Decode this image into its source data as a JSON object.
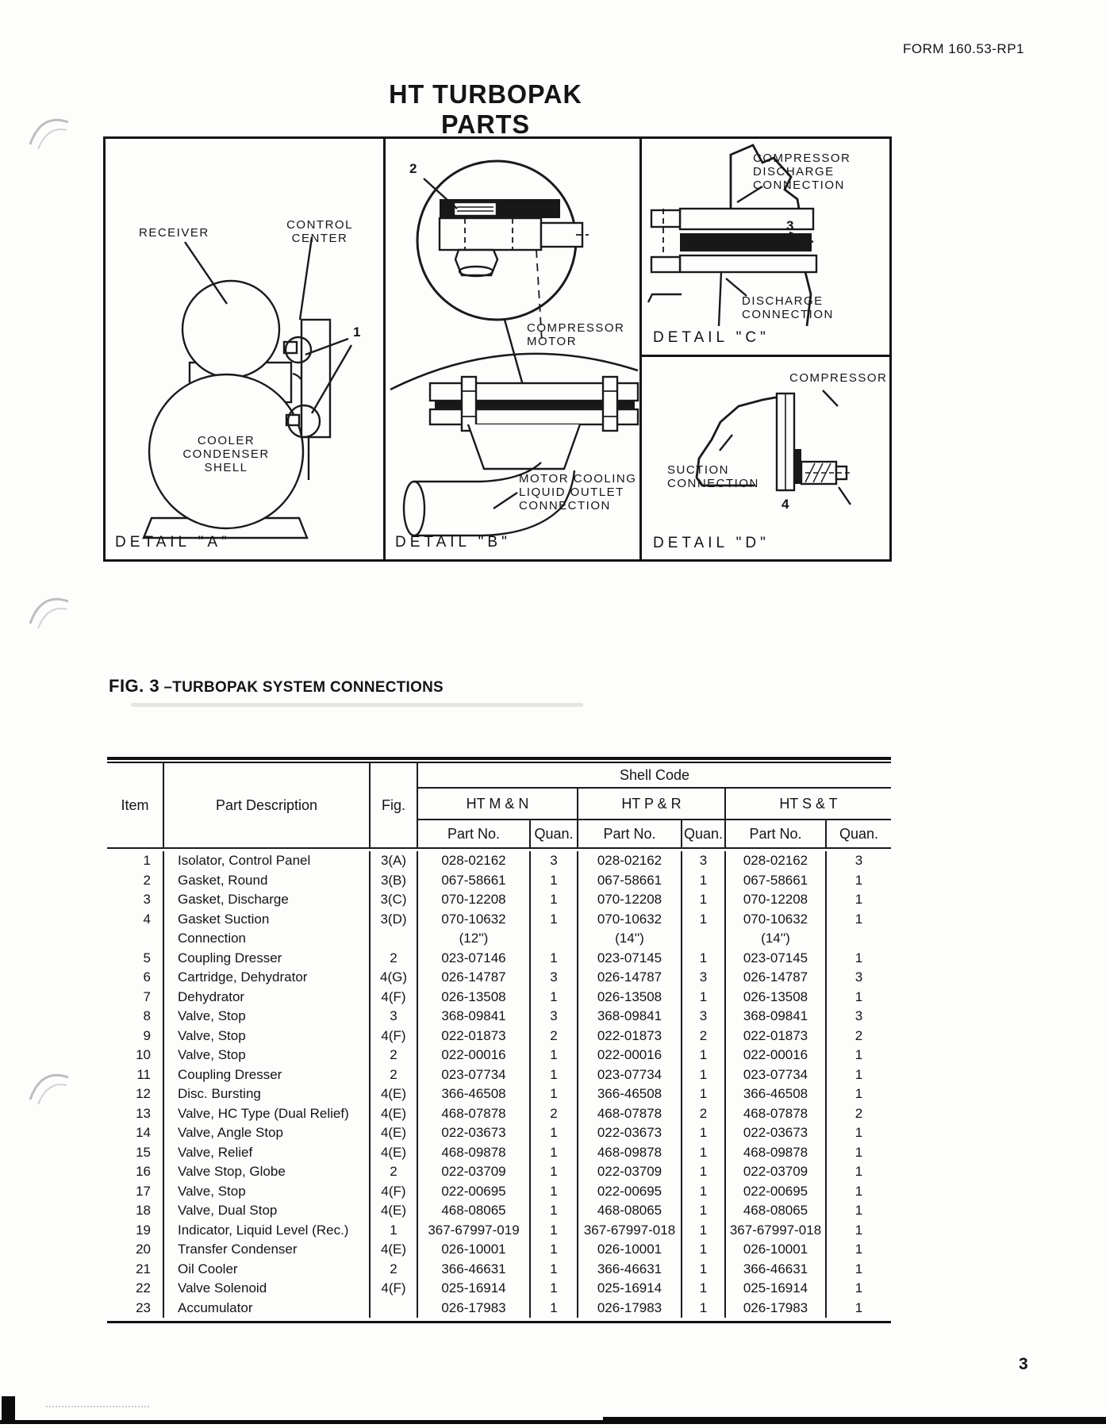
{
  "page": {
    "form_number": "FORM 160.53-RP1",
    "title": "HT TURBOPAK PARTS",
    "page_number": "3"
  },
  "figure": {
    "caption_prefix": "FIG. 3",
    "caption_rest": "–TURBOPAK SYSTEM CONNECTIONS",
    "panel_a": {
      "detail_label": "DETAIL  \"A\"",
      "receiver_label": "RECEIVER",
      "control_center_label": "CONTROL\nCENTER",
      "cooler_label": "COOLER\nCONDENSER\nSHELL",
      "callout_1": "1"
    },
    "panel_b": {
      "detail_label": "DETAIL  \"B\"",
      "callout_2": "2",
      "compressor_motor_label": "COMPRESSOR\nMOTOR",
      "motor_cooling_label": "MOTOR COOLING\nLIQUID OUTLET\nCONNECTION"
    },
    "panel_c": {
      "detail_label": "DETAIL  \"C\"",
      "compressor_discharge_label": "COMPRESSOR\nDISCHARGE\nCONNECTION",
      "discharge_label": "DISCHARGE\nCONNECTION",
      "callout_3": "3"
    },
    "panel_d": {
      "detail_label": "DETAIL  \"D\"",
      "compressor_label": "COMPRESSOR",
      "suction_label": "SUCTION\nCONNECTION",
      "callout_4": "4"
    }
  },
  "table": {
    "shell_code": "Shell Code",
    "item": "Item",
    "part_description": "Part Description",
    "fig_col": "Fig.",
    "groups": [
      "HT M & N",
      "HT P & R",
      "HT S & T"
    ],
    "part_no": "Part No.",
    "quan": "Quan.",
    "rows": [
      {
        "item": "1",
        "desc": "Isolator, Control Panel",
        "fig": "3(A)",
        "pn1": "028-02162",
        "q1": "3",
        "pn2": "028-02162",
        "q2": "3",
        "pn3": "028-02162",
        "q3": "3"
      },
      {
        "item": "2",
        "desc": "Gasket, Round",
        "fig": "3(B)",
        "pn1": "067-58661",
        "q1": "1",
        "pn2": "067-58661",
        "q2": "1",
        "pn3": "067-58661",
        "q3": "1"
      },
      {
        "item": "3",
        "desc": "Gasket, Discharge",
        "fig": "3(C)",
        "pn1": "070-12208",
        "q1": "1",
        "pn2": "070-12208",
        "q2": "1",
        "pn3": "070-12208",
        "q3": "1"
      },
      {
        "item": "4",
        "desc": "Gasket Suction\nConnection",
        "fig": "3(D)",
        "pn1": "070-10632\n(12'')",
        "q1": "1",
        "pn2": "070-10632\n(14'')",
        "q2": "1",
        "pn3": "070-10632\n(14'')",
        "q3": "1"
      },
      {
        "item": "5",
        "desc": "Coupling Dresser",
        "fig": "2",
        "pn1": "023-07146",
        "q1": "1",
        "pn2": "023-07145",
        "q2": "1",
        "pn3": "023-07145",
        "q3": "1"
      },
      {
        "item": "6",
        "desc": "Cartridge, Dehydrator",
        "fig": "4(G)",
        "pn1": "026-14787",
        "q1": "3",
        "pn2": "026-14787",
        "q2": "3",
        "pn3": "026-14787",
        "q3": "3"
      },
      {
        "item": "7",
        "desc": "Dehydrator",
        "fig": "4(F)",
        "pn1": "026-13508",
        "q1": "1",
        "pn2": "026-13508",
        "q2": "1",
        "pn3": "026-13508",
        "q3": "1"
      },
      {
        "item": "8",
        "desc": "Valve, Stop",
        "fig": "3",
        "pn1": "368-09841",
        "q1": "3",
        "pn2": "368-09841",
        "q2": "3",
        "pn3": "368-09841",
        "q3": "3"
      },
      {
        "item": "9",
        "desc": "Valve, Stop",
        "fig": "4(F)",
        "pn1": "022-01873",
        "q1": "2",
        "pn2": "022-01873",
        "q2": "2",
        "pn3": "022-01873",
        "q3": "2"
      },
      {
        "item": "10",
        "desc": "Valve, Stop",
        "fig": "2",
        "pn1": "022-00016",
        "q1": "1",
        "pn2": "022-00016",
        "q2": "1",
        "pn3": "022-00016",
        "q3": "1"
      },
      {
        "item": "11",
        "desc": "Coupling Dresser",
        "fig": "2",
        "pn1": "023-07734",
        "q1": "1",
        "pn2": "023-07734",
        "q2": "1",
        "pn3": "023-07734",
        "q3": "1"
      },
      {
        "item": "12",
        "desc": "Disc. Bursting",
        "fig": "4(E)",
        "pn1": "366-46508",
        "q1": "1",
        "pn2": "366-46508",
        "q2": "1",
        "pn3": "366-46508",
        "q3": "1"
      },
      {
        "item": "13",
        "desc": "Valve, HC Type (Dual Relief)",
        "fig": "4(E)",
        "pn1": "468-07878",
        "q1": "2",
        "pn2": "468-07878",
        "q2": "2",
        "pn3": "468-07878",
        "q3": "2"
      },
      {
        "item": "14",
        "desc": "Valve, Angle Stop",
        "fig": "4(E)",
        "pn1": "022-03673",
        "q1": "1",
        "pn2": "022-03673",
        "q2": "1",
        "pn3": "022-03673",
        "q3": "1"
      },
      {
        "item": "15",
        "desc": "Valve, Relief",
        "fig": "4(E)",
        "pn1": "468-09878",
        "q1": "1",
        "pn2": "468-09878",
        "q2": "1",
        "pn3": "468-09878",
        "q3": "1"
      },
      {
        "item": "16",
        "desc": "Valve Stop, Globe",
        "fig": "2",
        "pn1": "022-03709",
        "q1": "1",
        "pn2": "022-03709",
        "q2": "1",
        "pn3": "022-03709",
        "q3": "1"
      },
      {
        "item": "17",
        "desc": "Valve, Stop",
        "fig": "4(F)",
        "pn1": "022-00695",
        "q1": "1",
        "pn2": "022-00695",
        "q2": "1",
        "pn3": "022-00695",
        "q3": "1"
      },
      {
        "item": "18",
        "desc": "Valve, Dual Stop",
        "fig": "4(E)",
        "pn1": "468-08065",
        "q1": "1",
        "pn2": "468-08065",
        "q2": "1",
        "pn3": "468-08065",
        "q3": "1"
      },
      {
        "item": "19",
        "desc": "Indicator, Liquid Level (Rec.)",
        "fig": "1",
        "pn1": "367-67997-019",
        "q1": "1",
        "pn2": "367-67997-018",
        "q2": "1",
        "pn3": "367-67997-018",
        "q3": "1"
      },
      {
        "item": "20",
        "desc": "Transfer Condenser",
        "fig": "4(E)",
        "pn1": "026-10001",
        "q1": "1",
        "pn2": "026-10001",
        "q2": "1",
        "pn3": "026-10001",
        "q3": "1"
      },
      {
        "item": "21",
        "desc": "Oil Cooler",
        "fig": "2",
        "pn1": "366-46631",
        "q1": "1",
        "pn2": "366-46631",
        "q2": "1",
        "pn3": "366-46631",
        "q3": "1"
      },
      {
        "item": "22",
        "desc": "Valve Solenoid",
        "fig": "4(F)",
        "pn1": "025-16914",
        "q1": "1",
        "pn2": "025-16914",
        "q2": "1",
        "pn3": "025-16914",
        "q3": "1"
      },
      {
        "item": "23",
        "desc": "Accumulator",
        "fig": "",
        "pn1": "026-17983",
        "q1": "1",
        "pn2": "026-17983",
        "q2": "1",
        "pn3": "026-17983",
        "q3": "1"
      }
    ]
  }
}
